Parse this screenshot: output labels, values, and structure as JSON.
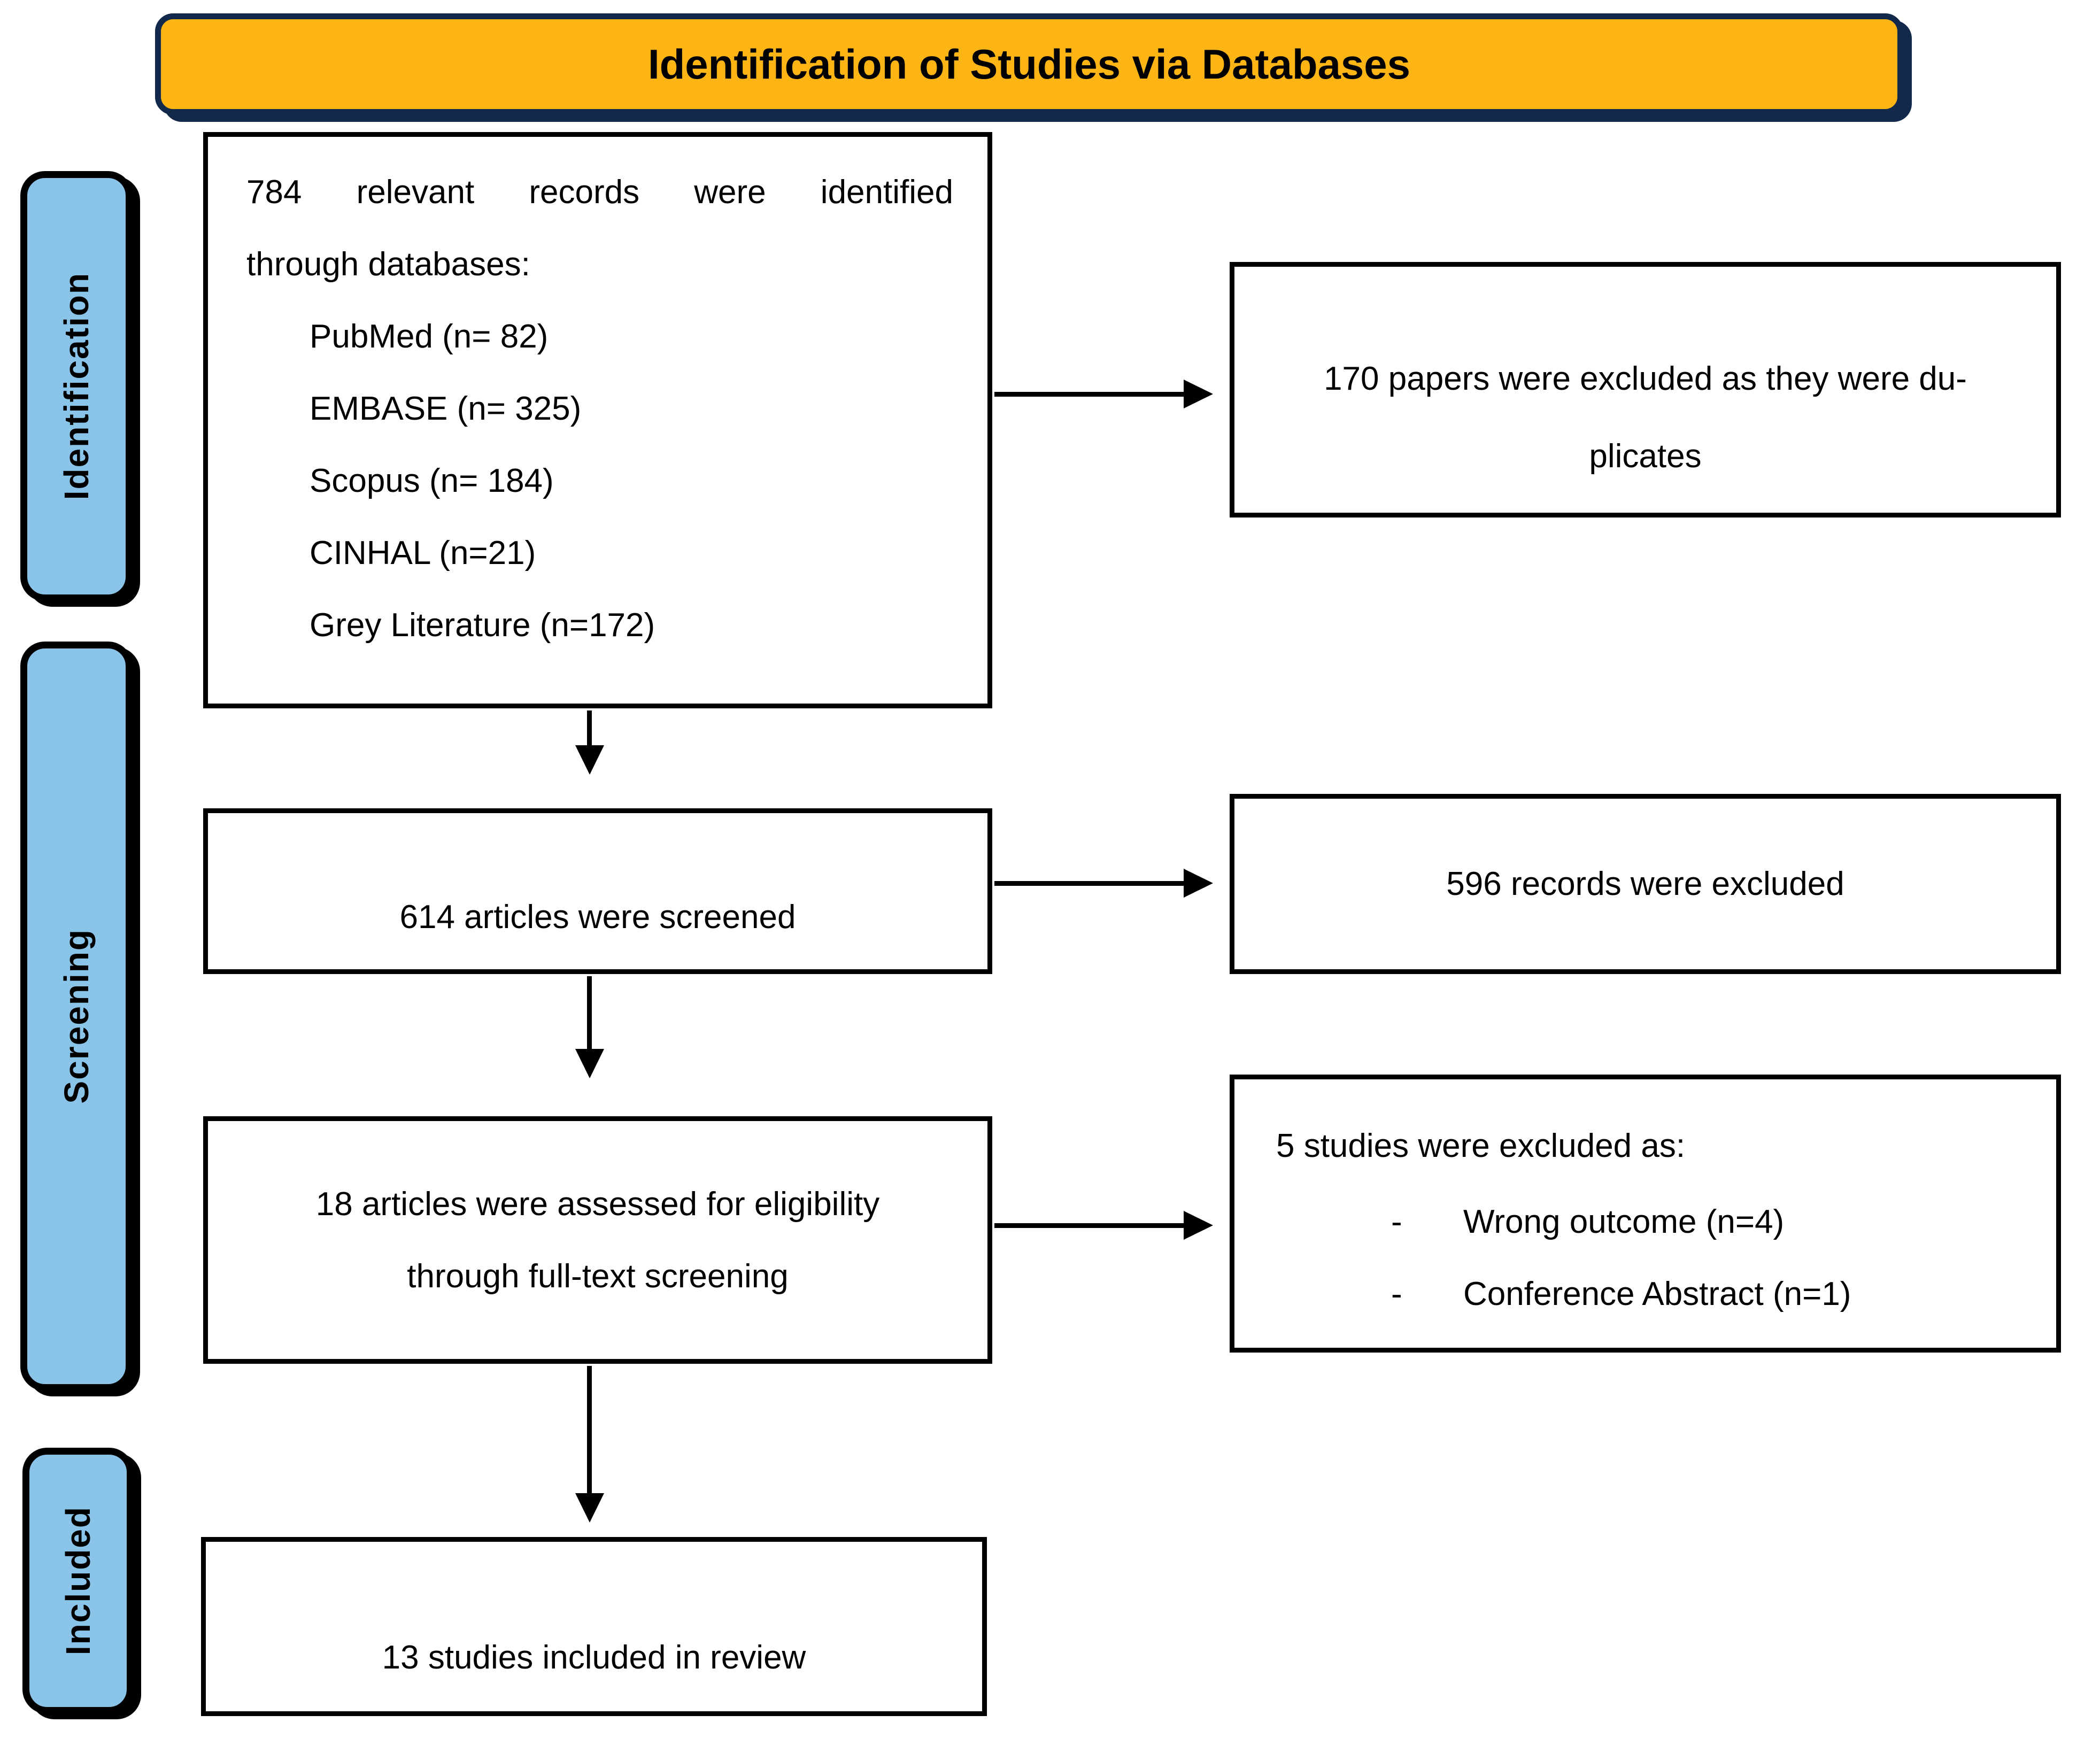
{
  "title": "Identification of Studies via Databases",
  "stages": [
    {
      "label": "Identification"
    },
    {
      "label": "Screening"
    },
    {
      "label": "Included"
    }
  ],
  "flow": {
    "identified": {
      "line1": "784 relevant records were identified",
      "line2": "through databases:",
      "sources": [
        "PubMed (n= 82)",
        "EMBASE (n= 325)",
        "Scopus (n= 184)",
        "CINHAL (n=21)",
        "Grey Literature (n=172)"
      ]
    },
    "screened": {
      "text": "614 articles were screened"
    },
    "eligibility": {
      "line1": "18 articles were assessed for eligibility",
      "line2": "through full-text screening"
    },
    "included": {
      "text": "13 studies included in review"
    }
  },
  "exclusions": {
    "duplicates": {
      "line1": "170 papers were excluded as they were du-",
      "line2": "plicates"
    },
    "records": {
      "text": "596 records were excluded"
    },
    "fulltext": {
      "header": "5 studies were excluded as:",
      "items": [
        {
          "bullet": "-",
          "text": "Wrong outcome (n=4)"
        },
        {
          "bullet": "-",
          "text": "Conference Abstract (n=1)"
        }
      ]
    }
  },
  "colors": {
    "banner_fill": "#FDB515",
    "banner_border": "#13294B",
    "stage_fill": "#8AC4E8",
    "stage_border": "#000000",
    "box_border": "#000000",
    "arrow": "#000000",
    "text": "#000000",
    "background": "#FFFFFF"
  }
}
